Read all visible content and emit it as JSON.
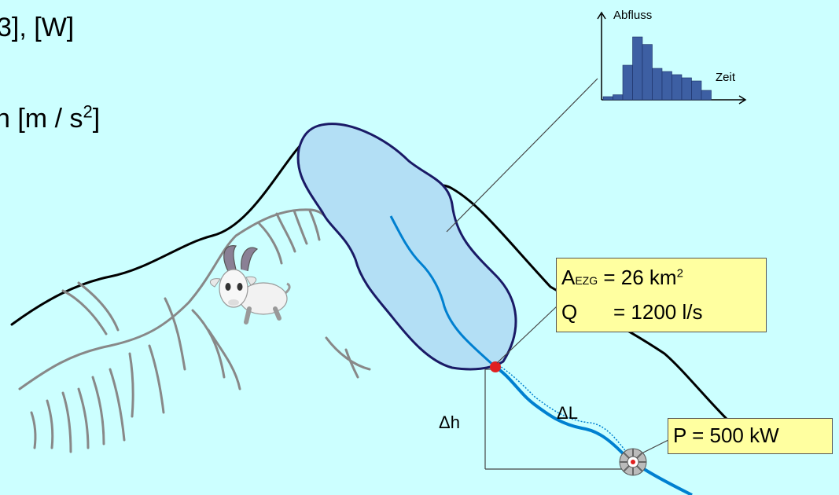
{
  "header": {
    "line1": "3], [W]",
    "line2_prefix": "n [m / s",
    "line2_exp": "2",
    "line2_suffix": "]"
  },
  "hydrograph": {
    "y_label": "Abfluss",
    "x_label": "Zeit",
    "bar_color": "#3d5fa3",
    "values": [
      0.05,
      0.08,
      0.55,
      1.0,
      0.88,
      0.5,
      0.45,
      0.4,
      0.35,
      0.3,
      0.15
    ]
  },
  "labels": {
    "dh": "Δh",
    "dl": "ΔL"
  },
  "catchment_box": {
    "a_symbol": "A",
    "a_sub": "EZG",
    "a_value": " = 26 km",
    "a_exp": "2",
    "q_symbol": "Q",
    "q_value": "= 1200 l/s"
  },
  "power_box": {
    "text": "P = 500 kW"
  },
  "colors": {
    "background": "#ccffff",
    "catchment_fill": "#b3dff5",
    "catchment_stroke": "#1a1a66",
    "river": "#0080d0",
    "box_fill": "#ffffa0",
    "intake_point": "#e02020"
  },
  "icons": [
    "goat-icon",
    "turbine-icon"
  ]
}
